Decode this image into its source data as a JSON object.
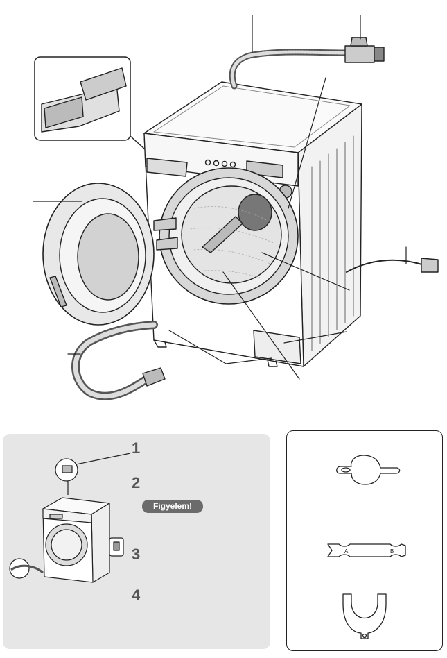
{
  "install_steps": {
    "numbers": [
      "1",
      "2",
      "3",
      "4"
    ],
    "warning_label": "Figyelem!"
  },
  "accessories": {
    "wrench_marks": [
      "A",
      "B"
    ]
  },
  "colors": {
    "panel_gray": "#e6e6e6",
    "badge_gray": "#6b6b6b",
    "line": "#222222"
  }
}
